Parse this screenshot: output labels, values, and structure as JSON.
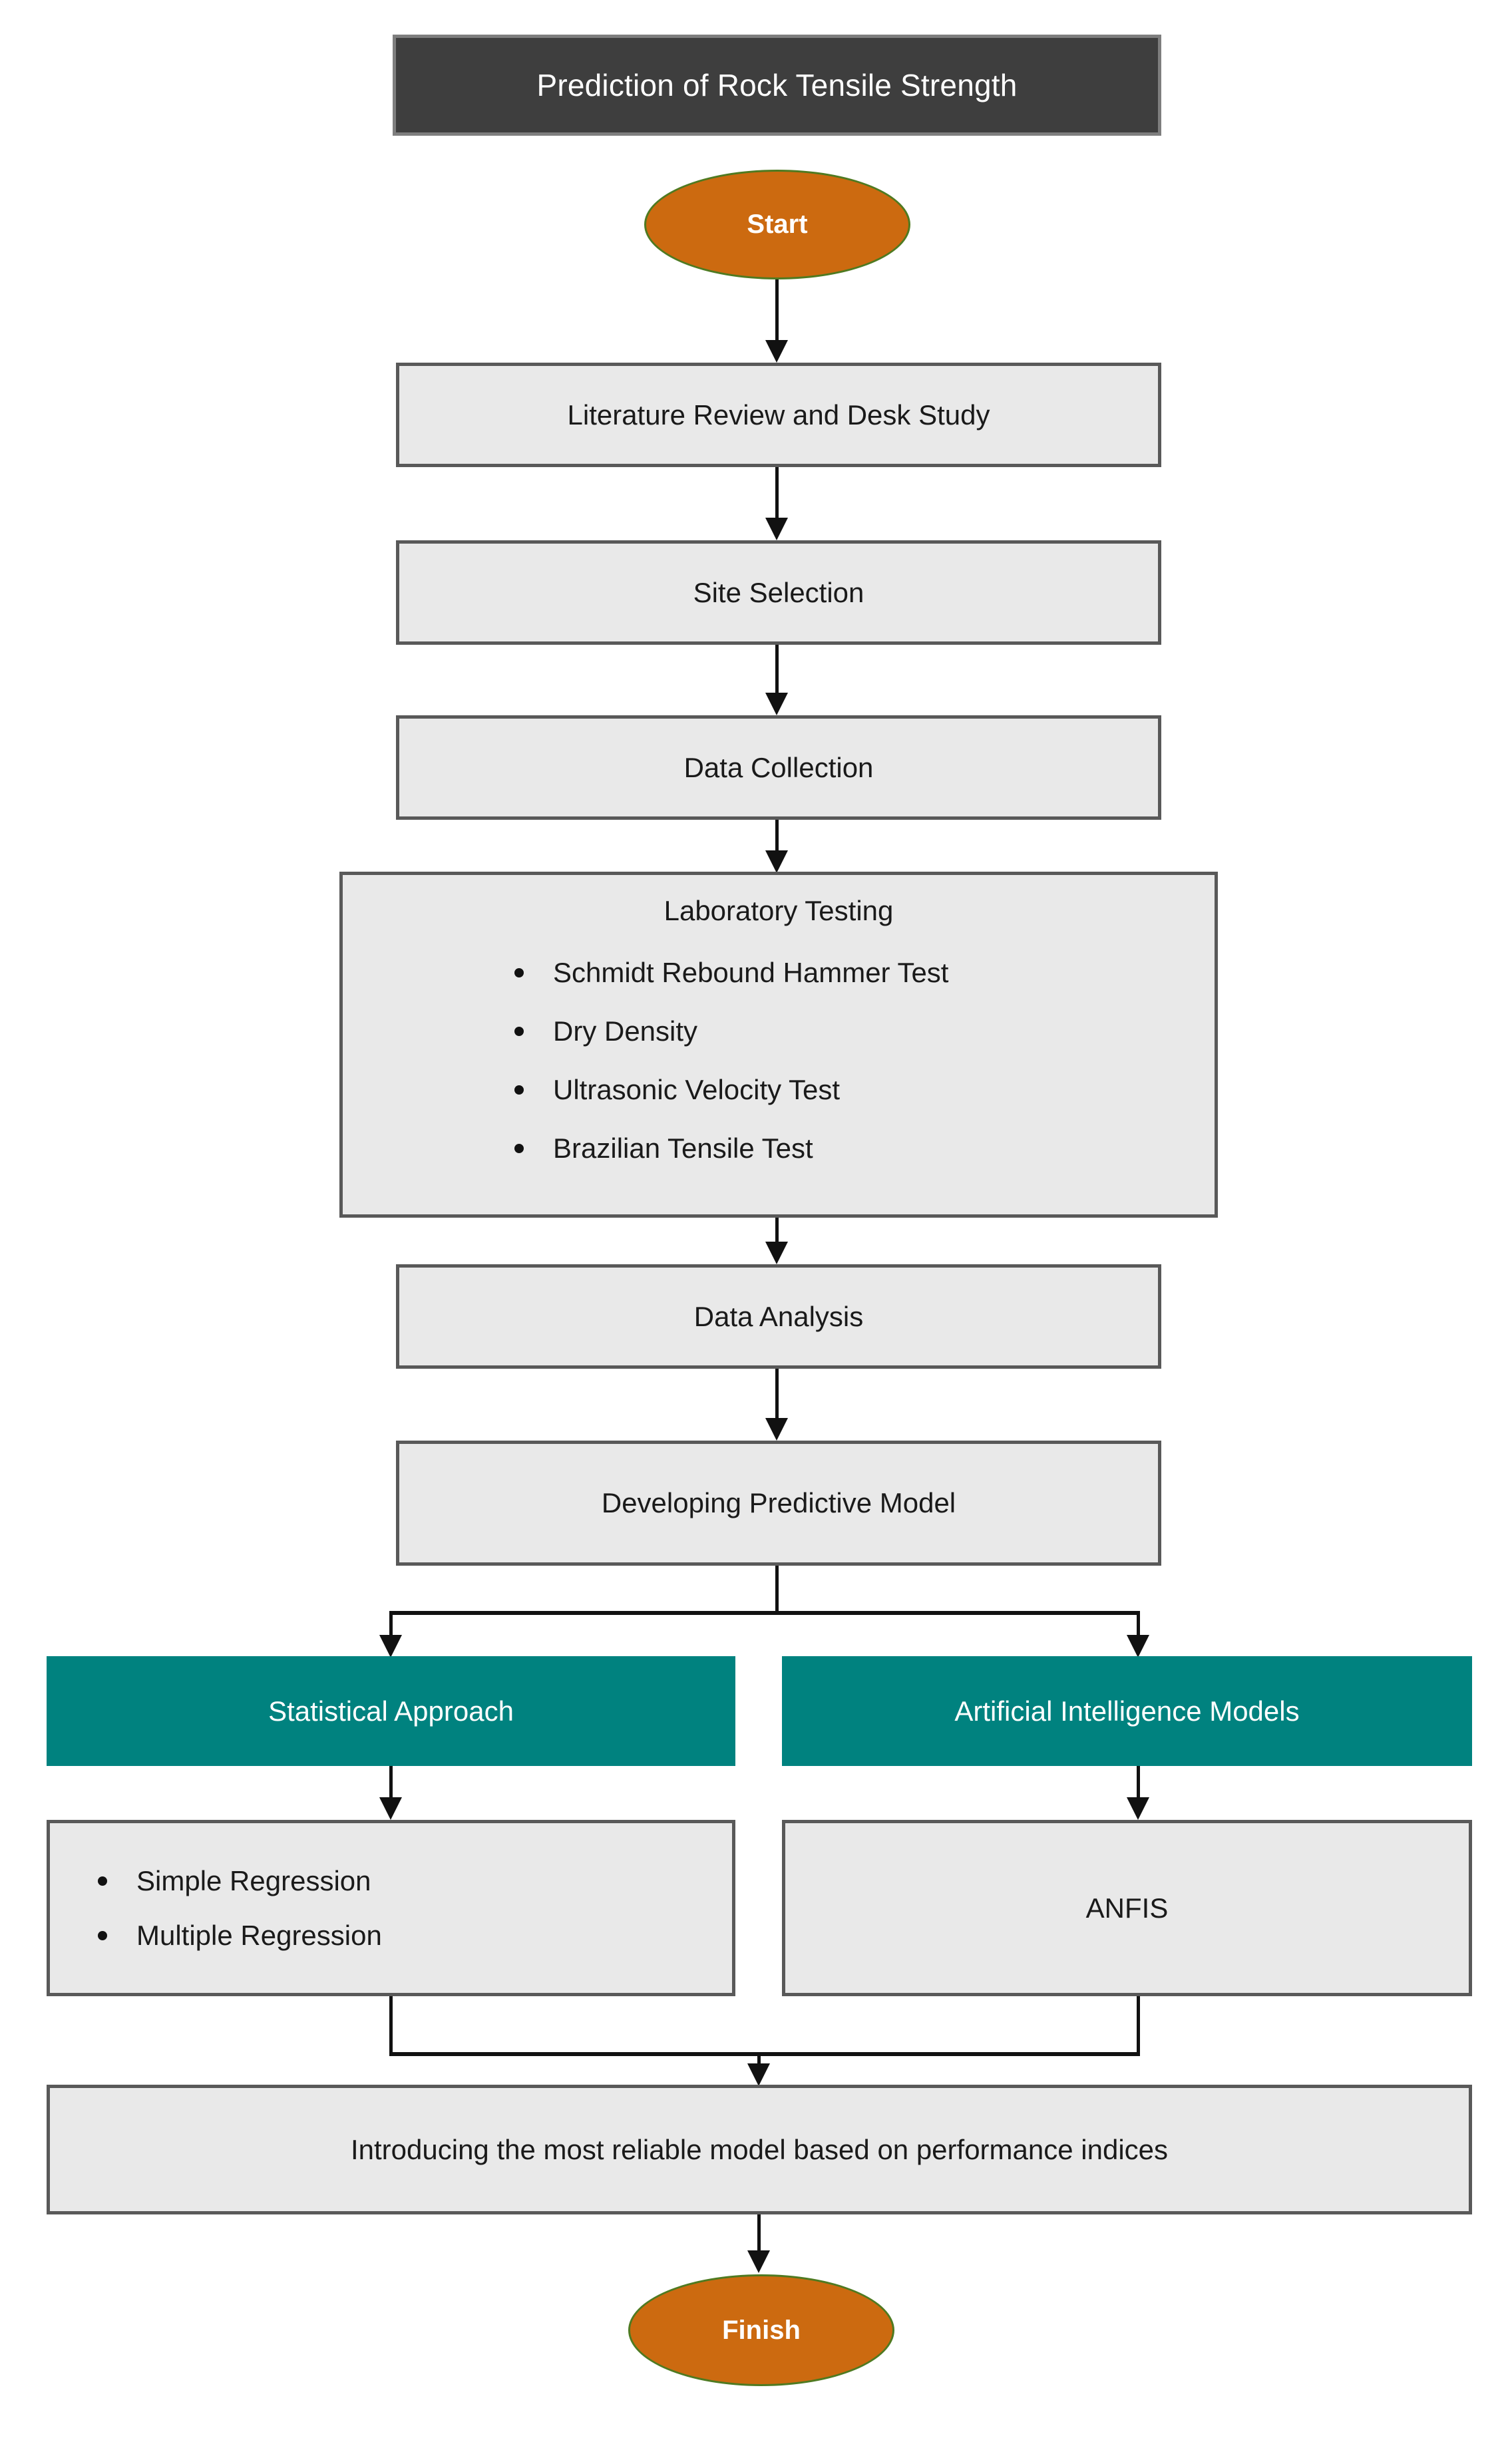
{
  "diagram": {
    "title": "Prediction of Rock Tensile Strength",
    "background_color": "#FFFFFF",
    "colors": {
      "title_fill": "#3E3E3E",
      "title_border": "#7E7E7E",
      "title_text": "#FFFFFF",
      "terminator_fill": "#CC6A10",
      "terminator_border": "#4F7A21",
      "terminator_text": "#FFFFFF",
      "process_fill": "#E9E9E9",
      "process_border": "#595959",
      "process_text": "#1A1A1A",
      "accent_fill": "#00827F",
      "accent_text": "#FFFFFF",
      "connector": "#111111"
    },
    "nodes": {
      "start": {
        "label": "Start",
        "shape": "oval"
      },
      "literature": {
        "label": "Literature Review and Desk Study",
        "shape": "rectangle"
      },
      "site": {
        "label": "Site Selection",
        "shape": "rectangle"
      },
      "data_collection": {
        "label": "Data Collection",
        "shape": "rectangle"
      },
      "lab_testing": {
        "heading": "Laboratory Testing",
        "shape": "rectangle",
        "items": [
          "Schmidt Rebound Hammer Test",
          "Dry Density",
          "Ultrasonic Velocity Test",
          "Brazilian Tensile Test"
        ]
      },
      "data_analysis": {
        "label": "Data Analysis",
        "shape": "rectangle"
      },
      "predictive_model": {
        "label": "Developing Predictive Model",
        "shape": "rectangle"
      },
      "statistical_approach": {
        "label": "Statistical Approach",
        "shape": "rectangle-accent"
      },
      "ai_models": {
        "label": "Artificial Intelligence Models",
        "shape": "rectangle-accent"
      },
      "regression": {
        "shape": "rectangle",
        "items": [
          "Simple Regression",
          "Multiple Regression"
        ]
      },
      "anfis": {
        "label": "ANFIS",
        "shape": "rectangle"
      },
      "final": {
        "label": "Introducing the most reliable model based on performance indices",
        "shape": "rectangle"
      },
      "finish": {
        "label": "Finish",
        "shape": "oval"
      }
    }
  }
}
